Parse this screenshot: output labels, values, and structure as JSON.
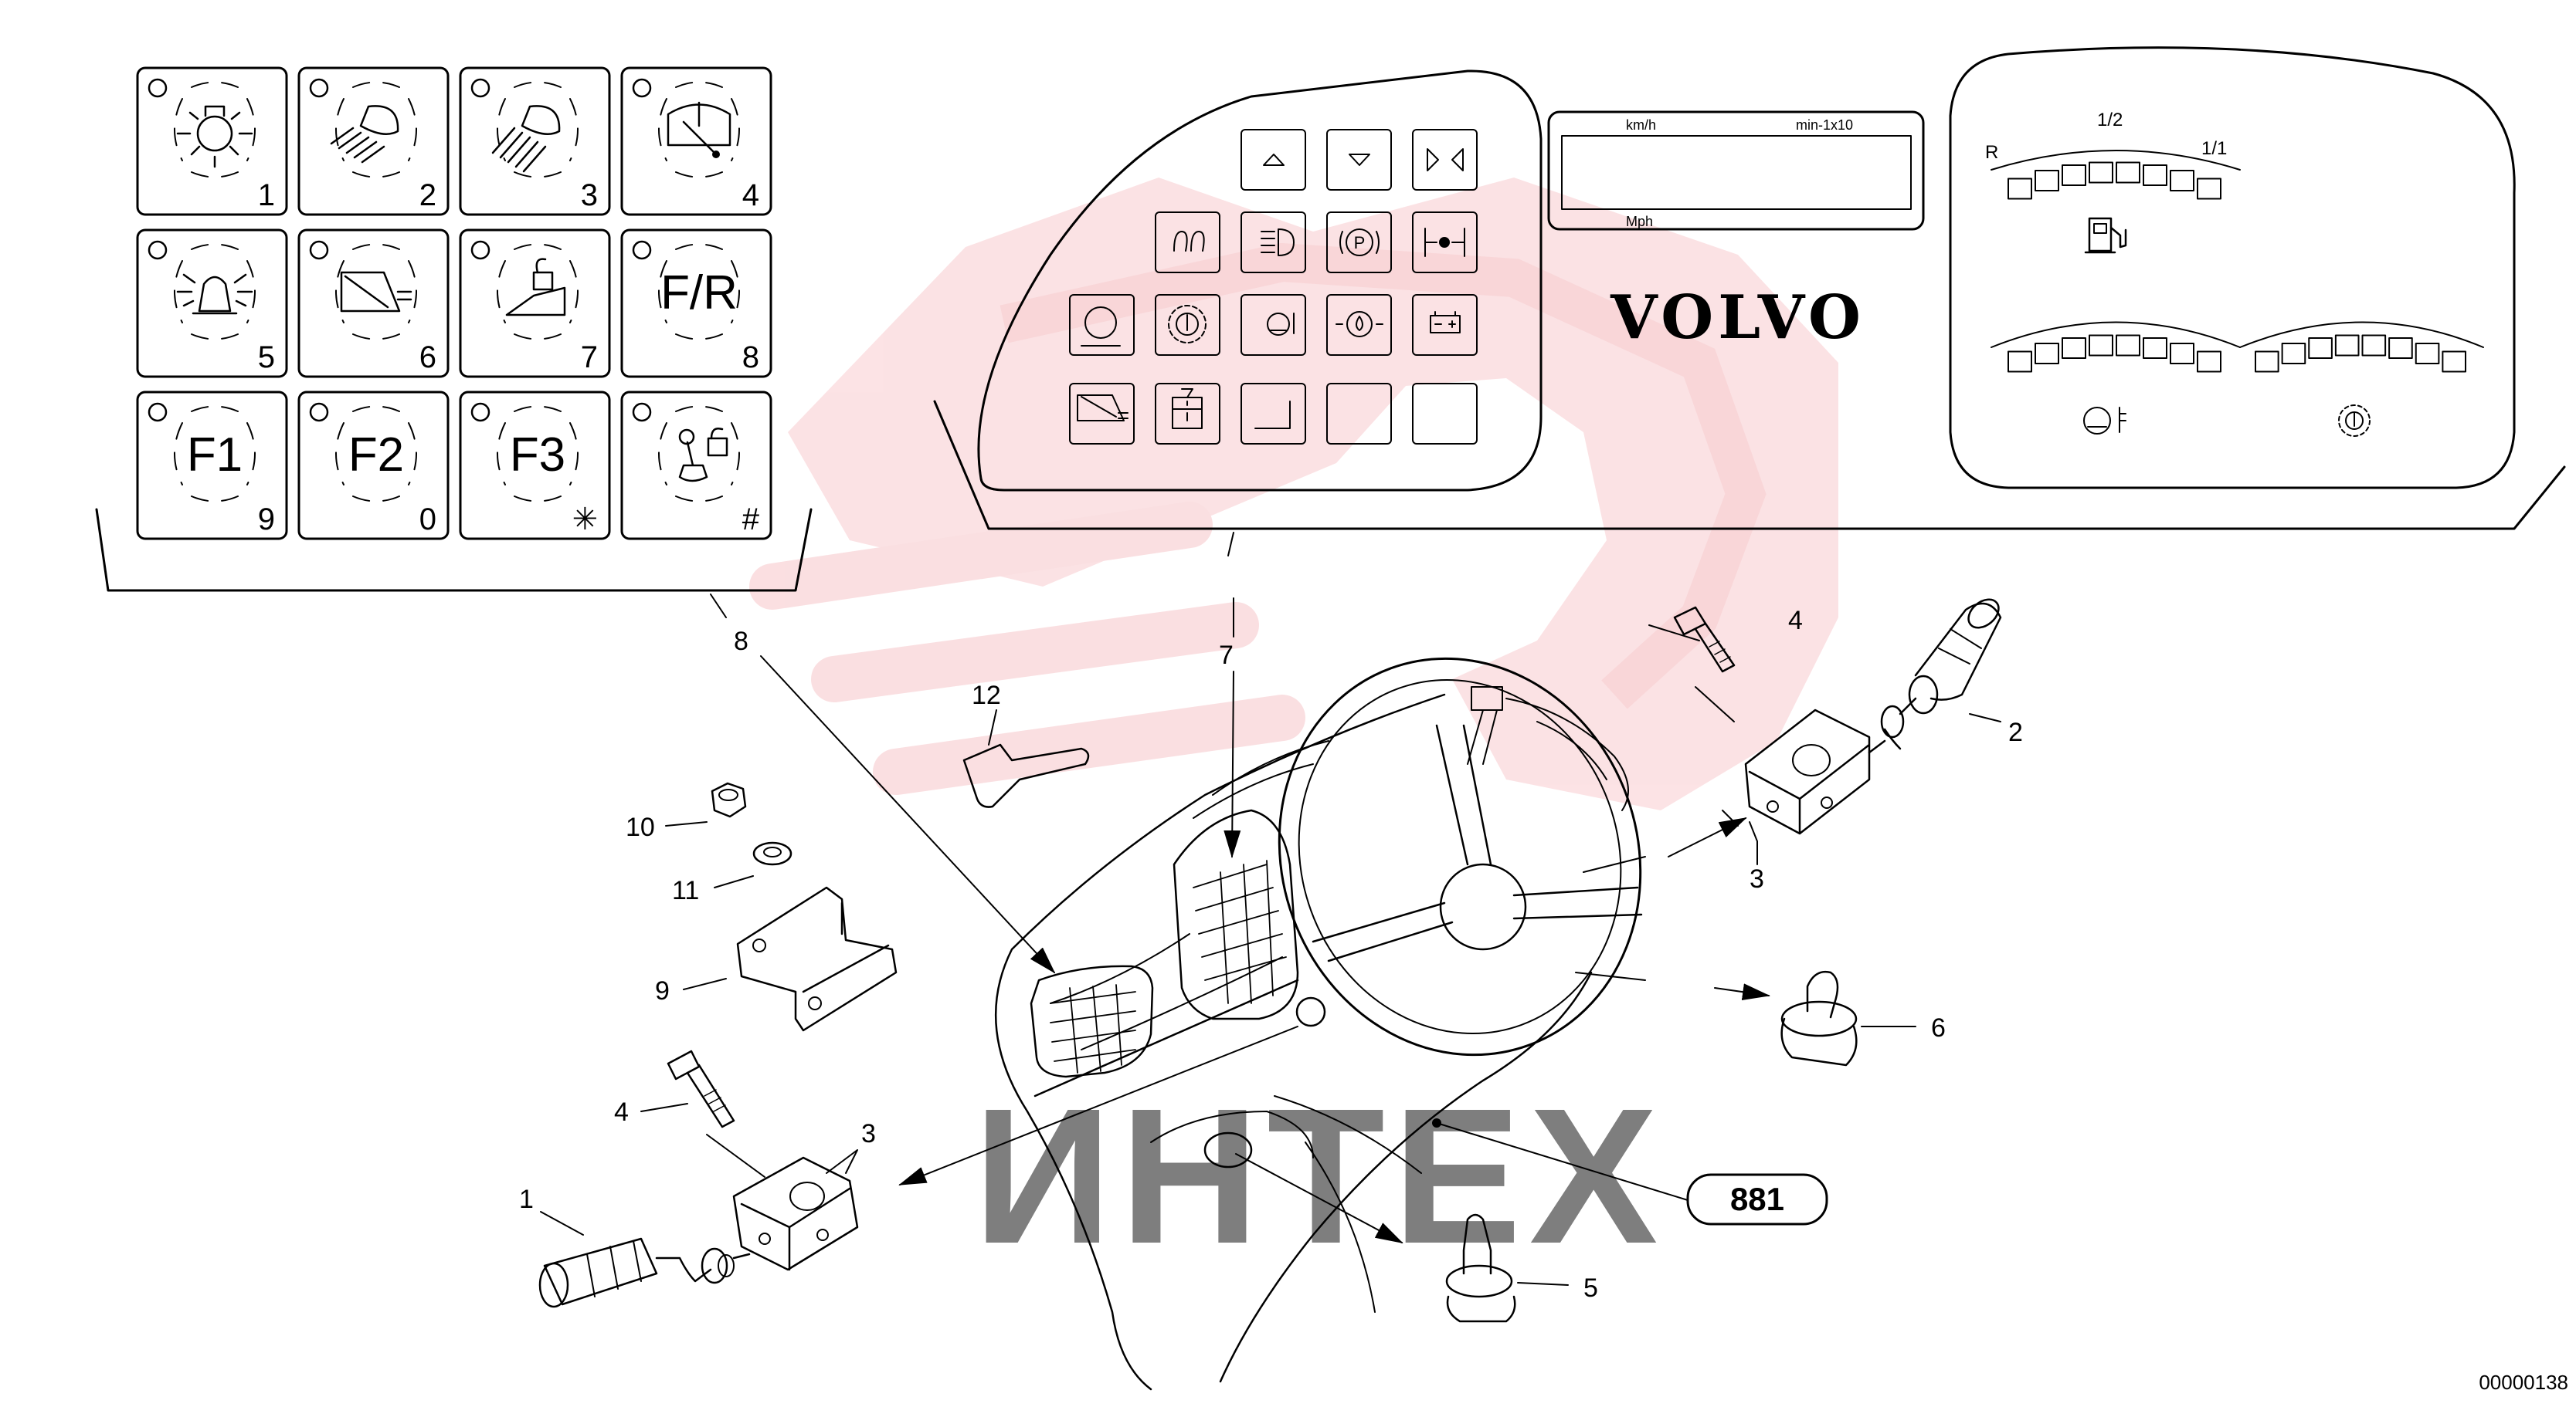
{
  "keypad": {
    "keys": [
      {
        "num": "1",
        "label": "",
        "icon": "work-light-icon"
      },
      {
        "num": "2",
        "label": "",
        "icon": "headlight-main-beam-icon"
      },
      {
        "num": "3",
        "label": "",
        "icon": "headlight-dipped-beam-icon"
      },
      {
        "num": "4",
        "label": "",
        "icon": "rear-wiper-icon"
      },
      {
        "num": "5",
        "label": "",
        "icon": "rotating-beacon-icon"
      },
      {
        "num": "6",
        "label": "",
        "icon": "boom-suspension-icon"
      },
      {
        "num": "7",
        "label": "",
        "icon": "attachment-lock-icon"
      },
      {
        "num": "8",
        "label": "F/R",
        "icon": ""
      },
      {
        "num": "9",
        "label": "F1",
        "icon": ""
      },
      {
        "num": "0",
        "label": "F2",
        "icon": ""
      },
      {
        "num": "✳",
        "label": "F3",
        "icon": ""
      },
      {
        "num": "#",
        "label": "",
        "icon": "joystick-lock-icon"
      }
    ]
  },
  "display": {
    "speed_unit_top": "km/h",
    "rpm_unit": "min-1x10",
    "speed_unit_bottom": "Mph"
  },
  "brand": "VOLVO",
  "fuel_gauge": {
    "r_label": "R",
    "half_label": "1/2",
    "full_label": "1/1"
  },
  "callouts": {
    "c1": "1",
    "c2": "2",
    "c3a": "3",
    "c3b": "3",
    "c4a": "4",
    "c4b": "4",
    "c5": "5",
    "c6": "6",
    "c7": "7",
    "c8": "8",
    "c9": "9",
    "c10": "10",
    "c11": "11",
    "c12": "12",
    "group_ref": "881"
  },
  "watermark": "ИНТЕХ",
  "drawing_number": "00000138"
}
